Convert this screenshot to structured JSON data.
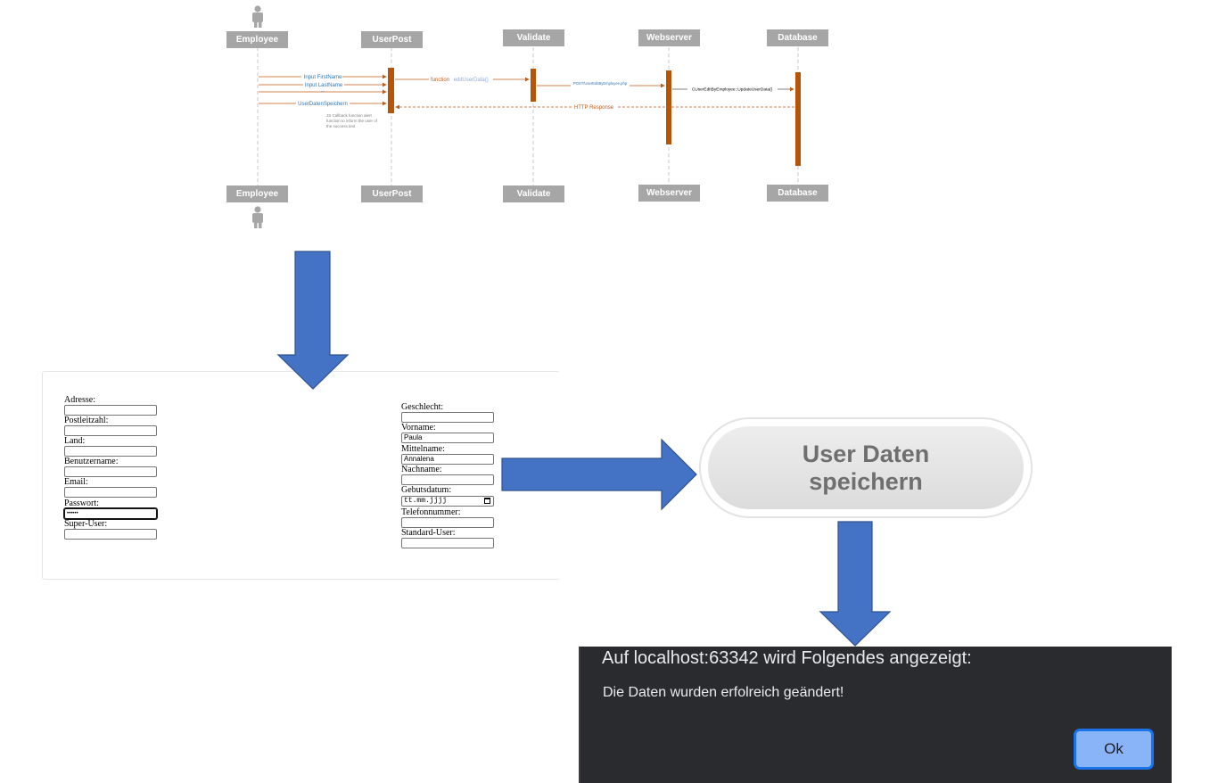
{
  "sequence": {
    "actors": {
      "employee": "Employee",
      "userpost": "UserPost",
      "validate": "Validate",
      "webserver": "Webserver",
      "database": "Database"
    },
    "messages": {
      "input_firstname": "Input FirstName",
      "input_lastname": "Input LastName",
      "ellipsis": "...",
      "userdaten_speichern": "UserDatenSpeichern",
      "function_kw": "function",
      "function_name": "editUserData()",
      "post_call": "POST/UserEditByEmployee.php",
      "db_call": "CUserEditByEmployee::UpdateUserData()",
      "http_response": "HTTP Response",
      "callback_note_1": "JS Callback function alert",
      "callback_note_2": "function to inform the user of",
      "callback_note_3": "the success text"
    },
    "colors": {
      "actor_box": "#a6a6a6",
      "activation": "#b85407",
      "message_orange": "#c55a11",
      "message_blue": "#2e75b6",
      "arrow_fill": "#4472c4"
    }
  },
  "form": {
    "left": {
      "adresse": {
        "label": "Adresse:",
        "value": ""
      },
      "postleitzahl": {
        "label": "Postleitzahl:",
        "value": ""
      },
      "land": {
        "label": "Land:",
        "value": ""
      },
      "benutzername": {
        "label": "Benutzername:",
        "value": ""
      },
      "email": {
        "label": "Email:",
        "value": ""
      },
      "passwort": {
        "label": "Passwort:",
        "value": "••••••"
      },
      "superuser": {
        "label": "Super-User:",
        "value": ""
      }
    },
    "right": {
      "geschlecht": {
        "label": "Geschlecht:",
        "value": ""
      },
      "vorname": {
        "label": "Vorname:",
        "value": "Paula"
      },
      "mittelname": {
        "label": "Mittelname:",
        "value": "Annalena"
      },
      "nachname": {
        "label": "Nachname:",
        "value": ""
      },
      "gebutsdatum": {
        "label": "Gebutsdatum:",
        "value": "tt.mm.jjjj"
      },
      "telefonnummer": {
        "label": "Telefonnummer:",
        "value": ""
      },
      "standarduser": {
        "label": "Standard-User:",
        "value": ""
      }
    }
  },
  "save_button": {
    "line1": "User Daten",
    "line2": "speichern"
  },
  "dialog": {
    "title": "Auf localhost:63342 wird Folgendes angezeigt:",
    "message": "Die Daten wurden erfolreich geändert!",
    "ok_label": "Ok"
  }
}
